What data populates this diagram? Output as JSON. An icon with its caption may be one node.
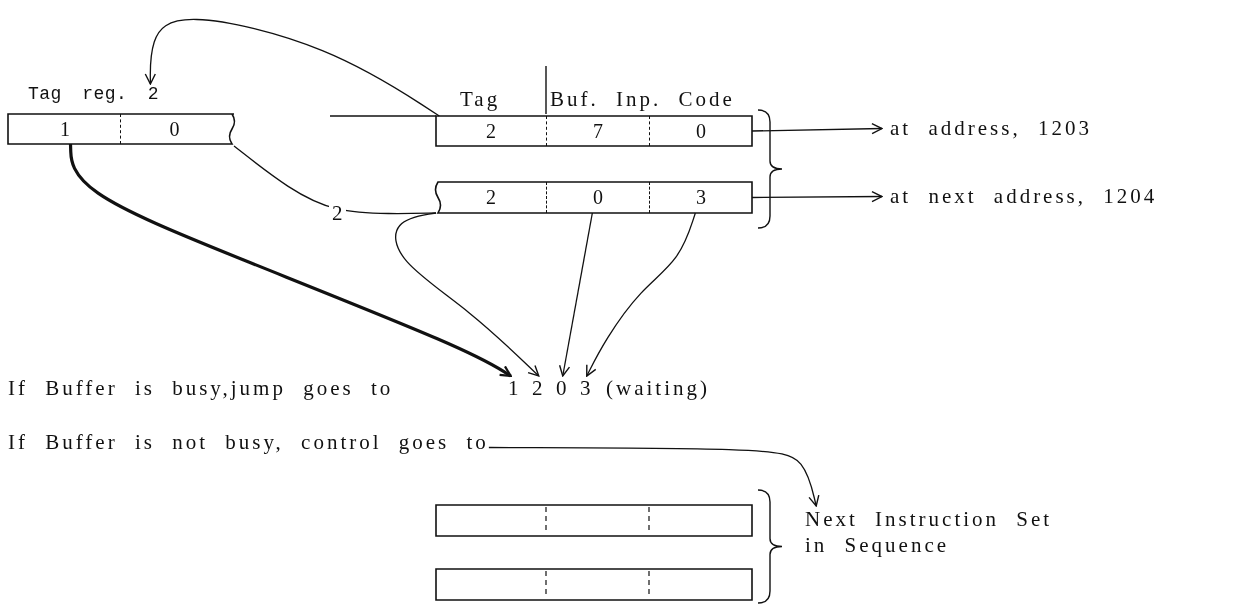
{
  "diagram": {
    "nodes": [
      {
        "text": [
          "Tag reg. 2"
        ]
      },
      {
        "text": [
          "1"
        ],
        "in": 0
      },
      {
        "text": [
          "0"
        ],
        "in": 0
      },
      {
        "text": [],
        "shape": "box"
      },
      {
        "text": [
          "2"
        ],
        "in": 3
      },
      {
        "text": [
          "7"
        ],
        "in": 3
      },
      {
        "text": [
          "0"
        ],
        "in": 3
      },
      {
        "text": [],
        "shape": "box"
      },
      {
        "text": [
          "2"
        ],
        "in": 7
      },
      {
        "text": [
          "0"
        ],
        "in": 7
      },
      {
        "text": [
          "3"
        ],
        "in": 7
      },
      {
        "text": [
          "at address, 1203"
        ]
      },
      {
        "text": [
          "at next address, 1204"
        ]
      },
      {
        "text": [
          "1"
        ]
      },
      {
        "text": [
          "2"
        ]
      },
      {
        "text": [
          "0"
        ]
      },
      {
        "text": [
          "3"
        ]
      },
      {
        "text": [
          "If Buffer is not busy, control goes to"
        ]
      },
      {
        "text": [
          "Next Instruction Set in Sequence"
        ]
      },
      {
        "text": [],
        "shape": "box"
      },
      {
        "text": [],
        "shape": "box"
      }
    ],
    "edges": [
      {
        "from": 4,
        "to": 0,
        "arrow": "to"
      },
      {
        "from": 0,
        "to": 7,
        "arrow": "none",
        "label": "2"
      },
      {
        "from": 1,
        "to": 13,
        "arrow": "to",
        "style": "thick"
      },
      {
        "from": 8,
        "to": 14,
        "arrow": "to"
      },
      {
        "from": 9,
        "to": 15,
        "arrow": "to"
      },
      {
        "from": 10,
        "to": 16,
        "arrow": "to"
      },
      {
        "from": 3,
        "to": 11,
        "arrow": "to"
      },
      {
        "from": 7,
        "to": 12,
        "arrow": "to"
      },
      {
        "from": 17,
        "to": 18,
        "arrow": "to"
      },
      {
        "from": null,
        "to": 3,
        "arrow": "none"
      }
    ],
    "labels": [
      "Tag",
      "Buf. Inp. Code",
      "If Buffer is busy,jump goes to",
      "(waiting)"
    ]
  }
}
